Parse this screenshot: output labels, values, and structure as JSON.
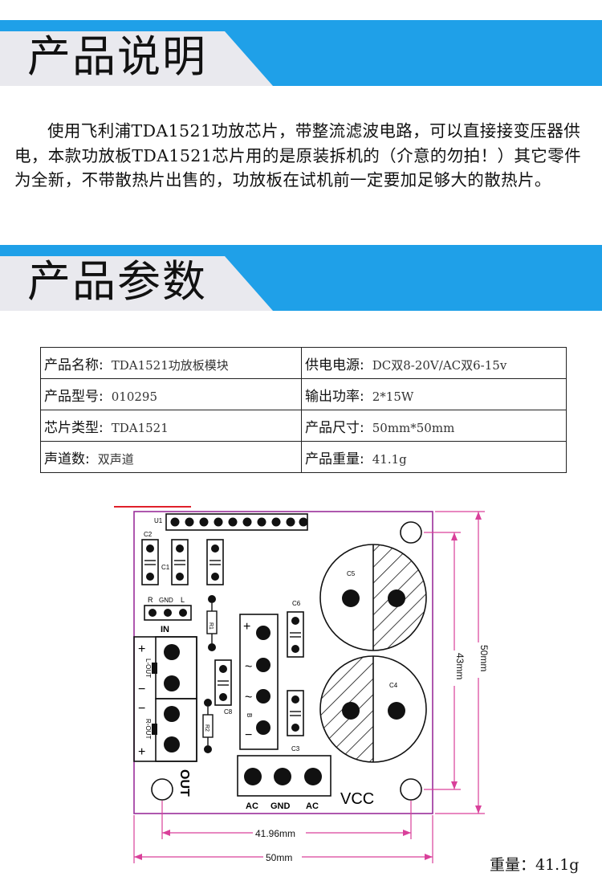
{
  "section1": {
    "title": "产品说明"
  },
  "description": "使用飞利浦TDA1521功放芯片，带整流滤波电路，可以直接接变压器供电，本款功放板TDA1521芯片用的是原装拆机的（介意的勿拍！）其它零件为全新，不带散热片出售的，功放板在试机前一定要加足够大的散热片。",
  "section2": {
    "title": "产品参数"
  },
  "params": {
    "name_label": "产品名称:",
    "name_value": "TDA1521功放板模块",
    "power_label": "供电电源:",
    "power_value": "DC双8-20V/AC双6-15v",
    "model_label": "产品型号:",
    "model_value": "010295",
    "output_label": "输出功率:",
    "output_value": "2*15W",
    "chip_label": "芯片类型:",
    "chip_value": "TDA1521",
    "size_label": "产品尺寸:",
    "size_value": "50mm*50mm",
    "channels_label": "声道数:",
    "channels_value": "双声道",
    "weight_label": "产品重量:",
    "weight_value": "41.1g"
  },
  "board": {
    "colors": {
      "outline": "#9a2e9a",
      "dim": "#d9409a",
      "part": "#111111"
    },
    "u1": "U1",
    "c1": "C1",
    "c2": "C2",
    "c3": "C3",
    "c4": "C4",
    "c5": "C5",
    "c6": "C6",
    "c8": "C8",
    "r1": "R1",
    "r2": "R2",
    "b": "B",
    "in_r": "R",
    "in_gnd": "GND",
    "in_l": "L",
    "in_label": "IN",
    "lout": "L-OUT",
    "rout": "R-OUT",
    "out": "OUT",
    "plus": "+",
    "minus": "−",
    "tilde": "~",
    "ac1": "AC",
    "gnd": "GND",
    "ac2": "AC",
    "vcc": "VCC",
    "dim_43": "43mm",
    "dim_50v": "50mm",
    "dim_4196": "41.96mm",
    "dim_50h": "50mm"
  },
  "weight_caption": "重量：41.1g"
}
